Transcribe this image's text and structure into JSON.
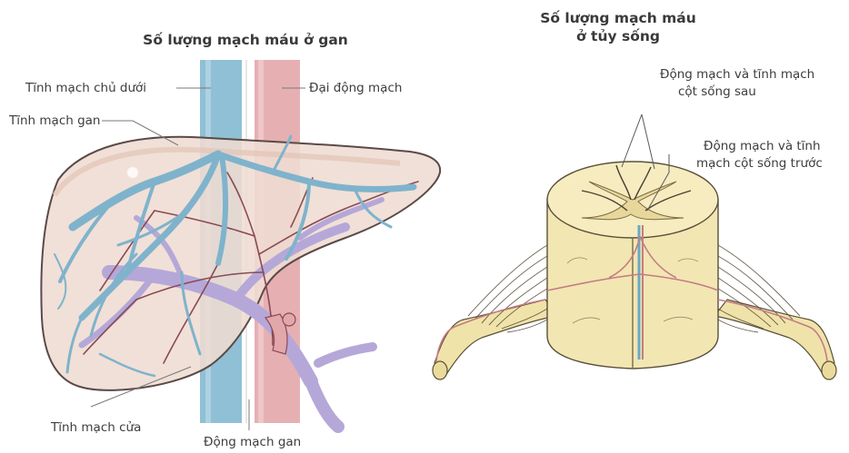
{
  "liver": {
    "title": "Số lượng mạch máu ở gan",
    "labels": {
      "ivc": "Tĩnh mạch chủ dưới",
      "aorta": "Đại động mạch",
      "hepatic_vein": "Tĩnh mạch gan",
      "portal_vein": "Tĩnh mạch cửa",
      "hepatic_artery": "Động mạch gan"
    }
  },
  "spine": {
    "title_line1": "Số lượng mạch máu",
    "title_line2": "ở tủy sống",
    "labels": {
      "posterior_line1": "Động mạch và tĩnh mạch",
      "posterior_line2": "cột sống sau",
      "anterior_line1": "Động mạch và tĩnh",
      "anterior_line2": "mạch cột sống trước"
    }
  },
  "colors": {
    "vein_blue": "#7fb3cc",
    "artery_pink": "#dfa4a8",
    "liver_fill": "#eed9cf",
    "liver_outline": "#5a4a48",
    "portal_purple": "#b3a6d6",
    "cord_yellow": "#f1e5b0",
    "leader_line": "#7a7a7a"
  }
}
